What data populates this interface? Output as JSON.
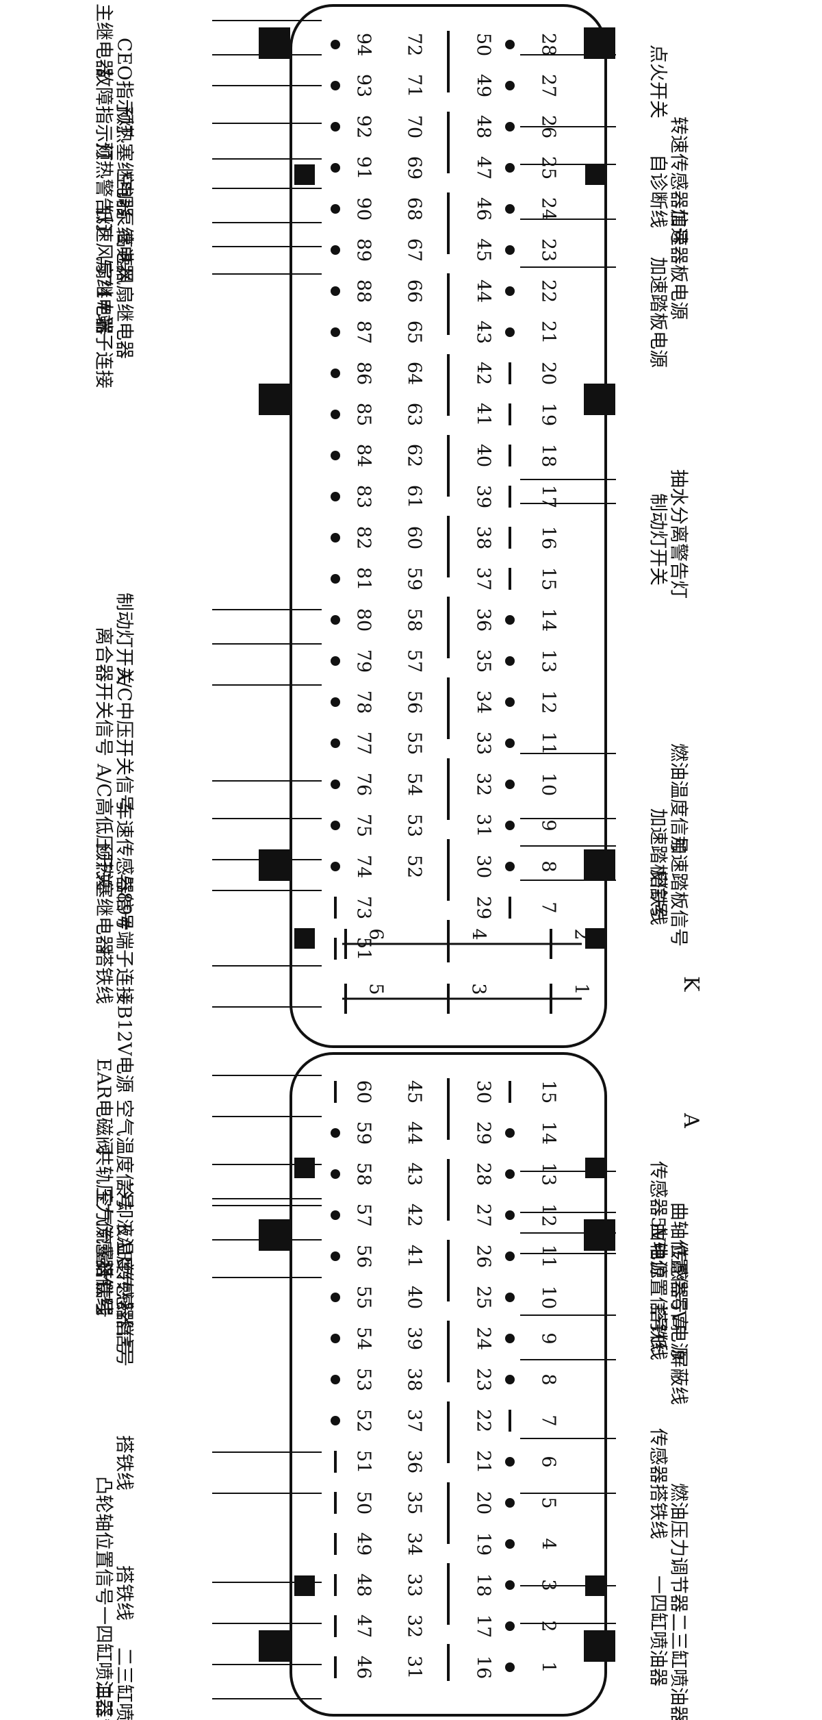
{
  "connector_k": {
    "name": "K",
    "cols": {
      "c0": [
        "51",
        "73",
        "74",
        "75",
        "76",
        "77",
        "78",
        "79",
        "80",
        "81",
        "82",
        "83",
        "84",
        "85",
        "86",
        "87",
        "88",
        "89",
        "90",
        "91",
        "92",
        "93",
        "94"
      ],
      "c1": [
        "52",
        "53",
        "54",
        "55",
        "56",
        "57",
        "58",
        "59",
        "60",
        "61",
        "62",
        "63",
        "64",
        "65",
        "66",
        "67",
        "68",
        "69",
        "70",
        "71",
        "72"
      ],
      "c2": [
        "29",
        "30",
        "31",
        "32",
        "33",
        "34",
        "35",
        "36",
        "37",
        "38",
        "39",
        "40",
        "41",
        "42",
        "43",
        "44",
        "45",
        "46",
        "47",
        "48",
        "49",
        "50"
      ],
      "c3": [
        "7",
        "8",
        "9",
        "10",
        "11",
        "12",
        "13",
        "14",
        "15",
        "16",
        "17",
        "18",
        "19",
        "20",
        "21",
        "22",
        "23",
        "24",
        "25",
        "26",
        "27",
        "28"
      ]
    },
    "power_pins": [
      "1",
      "2",
      "3",
      "4",
      "5",
      "6"
    ]
  },
  "connector_a": {
    "name": "A",
    "cols": {
      "c0": [
        "46",
        "47",
        "48",
        "49",
        "50",
        "51",
        "52",
        "53",
        "54",
        "55",
        "56",
        "57",
        "58",
        "59",
        "60"
      ],
      "c1": [
        "31",
        "32",
        "33",
        "34",
        "35",
        "36",
        "37",
        "38",
        "39",
        "40",
        "41",
        "42",
        "43",
        "44",
        "45"
      ],
      "c2": [
        "16",
        "17",
        "18",
        "19",
        "20",
        "21",
        "22",
        "23",
        "24",
        "25",
        "26",
        "27",
        "28",
        "29",
        "30"
      ],
      "c3": [
        "1",
        "2",
        "3",
        "4",
        "5",
        "6",
        "7",
        "8",
        "9",
        "10",
        "11",
        "12",
        "13",
        "14",
        "15"
      ]
    }
  },
  "labels_k_left": [
    "主继电器",
    "CEO指示灯",
    "故障指示灯",
    "预热塞继电器",
    "预热警告灯",
    "空调泵继电器",
    "低速风扇继电器",
    "高速风扇继电器",
    "与74#端子连接",
    "制动灯开关",
    "离合器开关信号",
    "A/C中压开关信号",
    "A/C高低压开关",
    "车速传感器信号",
    "预热塞继电器",
    "与89#端子连接",
    "搭铁线",
    "+B12V电源"
  ],
  "labels_k_right": [
    "点火开关",
    "转速传感器信号",
    "自诊断线",
    "加速器板电源",
    "加速踏板电源",
    "抽水分离警告灯",
    "制动灯开关",
    "燃油温度信号",
    "加速踏板信号",
    "加速踏板信号",
    "搭铁线"
  ],
  "labels_a_left": [
    "EAR电磁阀",
    "空气温度信号",
    "共轨压力传感器信号",
    "冷却液温度传感器信号",
    "空气流量计信号",
    "EAR传感器信号",
    "搭铁线",
    "搭铁线",
    "凸轮轴位置信号",
    "搭铁线",
    "一四缸喷油器",
    "二三缸喷油器",
    "二三缸喷油器"
  ],
  "labels_a_right": [
    "传感器5V电源",
    "曲轴位置信号高",
    "曲轴位置信号低",
    "传感器5V电源",
    "搭铁线",
    "屏蔽线",
    "传感器搭铁线",
    "燃油压力调节器",
    "一四缸喷油器",
    "二三缸喷油器"
  ]
}
